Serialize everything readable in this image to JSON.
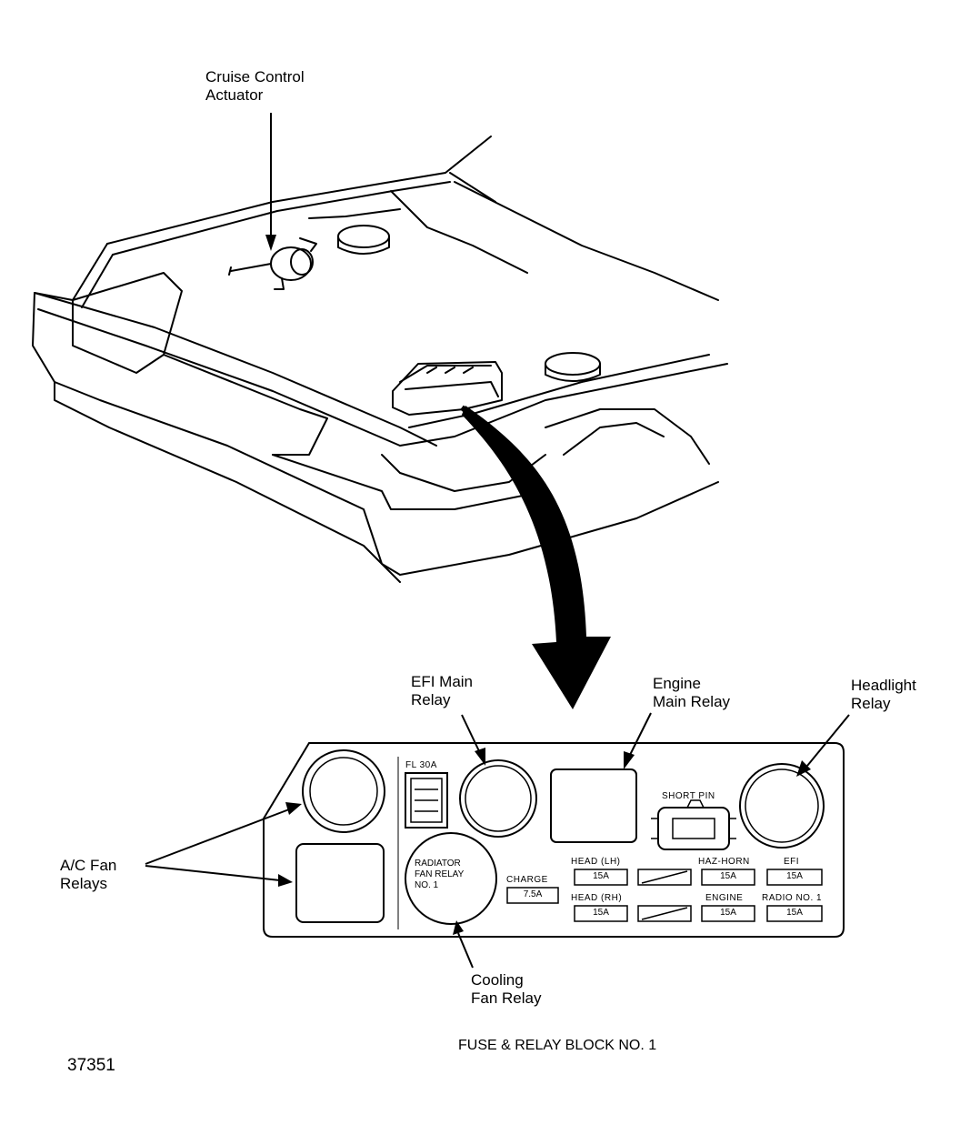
{
  "labels": {
    "cruise_control_actuator": [
      "Cruise Control",
      "Actuator"
    ],
    "efi_main_relay": [
      "EFI Main",
      "Relay"
    ],
    "engine_main_relay": [
      "Engine",
      "Main Relay"
    ],
    "headlight_relay": [
      "Headlight",
      "Relay"
    ],
    "ac_fan_relays": [
      "A/C Fan",
      "Relays"
    ],
    "cooling_fan_relay": [
      "Cooling",
      "Fan Relay"
    ]
  },
  "block": {
    "fl_fuse": "FL 30A",
    "short_pin": "SHORT PIN",
    "radiator_relay": [
      "RADIATOR",
      "FAN RELAY",
      "NO. 1"
    ],
    "fuses": {
      "charge": {
        "label": "CHARGE",
        "value": "7.5A"
      },
      "head_lh": {
        "label": "HEAD (LH)",
        "value": "15A"
      },
      "head_rh": {
        "label": "HEAD (RH)",
        "value": "15A"
      },
      "haz_horn": {
        "label": "HAZ-HORN",
        "value": "15A"
      },
      "efi": {
        "label": "EFI",
        "value": "15A"
      },
      "engine": {
        "label": "ENGINE",
        "value": "15A"
      },
      "radio_no1": {
        "label": "RADIO NO. 1",
        "value": "15A"
      }
    }
  },
  "caption": "FUSE & RELAY BLOCK NO. 1",
  "figure_number": "37351"
}
